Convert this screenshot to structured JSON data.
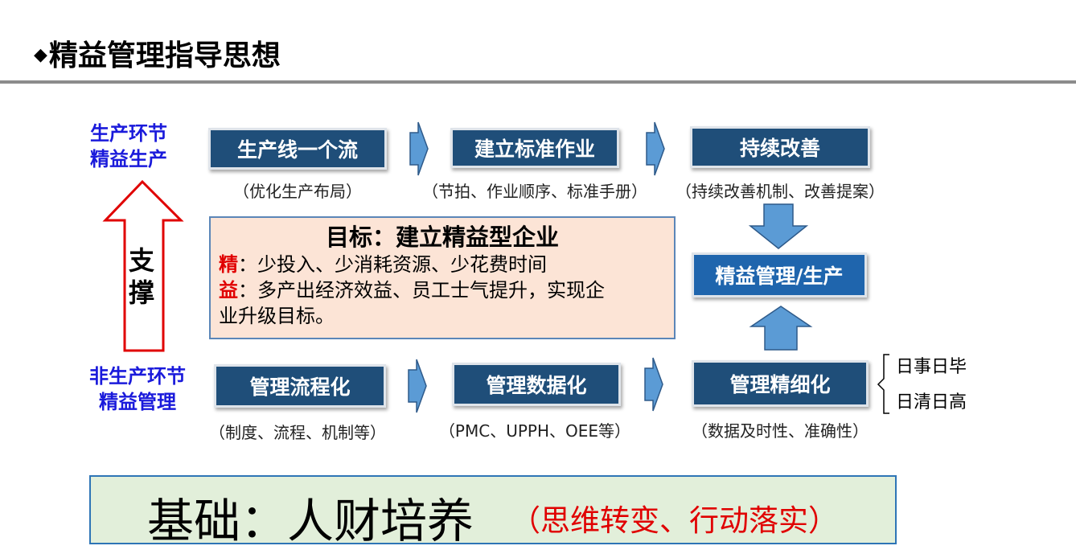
{
  "title": "精益管理指导思想",
  "title_bullet": "◆",
  "side_labels": {
    "production_line1": "生产环节",
    "production_line2": "精益生产",
    "non_production_line1": "非生产环节",
    "non_production_line2": "精益管理",
    "support_char1": "支",
    "support_char2": "撑"
  },
  "top_row": [
    {
      "label": "生产线一个流",
      "sub": "（优化生产布局）"
    },
    {
      "label": "建立标准作业",
      "sub": "（节拍、作业顺序、标准手册）"
    },
    {
      "label": "持续改善",
      "sub": "（持续改善机制、改善提案）"
    }
  ],
  "bottom_row": [
    {
      "label": "管理流程化",
      "sub": "（制度、流程、机制等）"
    },
    {
      "label": "管理数据化",
      "sub": "（PMC、UPPH、OEE等）"
    },
    {
      "label": "管理精细化",
      "sub": "（数据及时性、准确性）"
    }
  ],
  "center_box": "精益管理/生产",
  "goal": {
    "title": "目标：建立精益型企业",
    "line1_key": "精",
    "line1_text": "：少投入、少消耗资源、少花费时间",
    "line2_key": "益",
    "line2_text": "：多产出经济效益、员工士气提升，实现企",
    "line3_text": "业升级目标。"
  },
  "brace_items": [
    "日事日毕",
    "日清日高"
  ],
  "base": {
    "main": "基础：人财培养",
    "sub": "（思维转变、行动落实）"
  }
}
